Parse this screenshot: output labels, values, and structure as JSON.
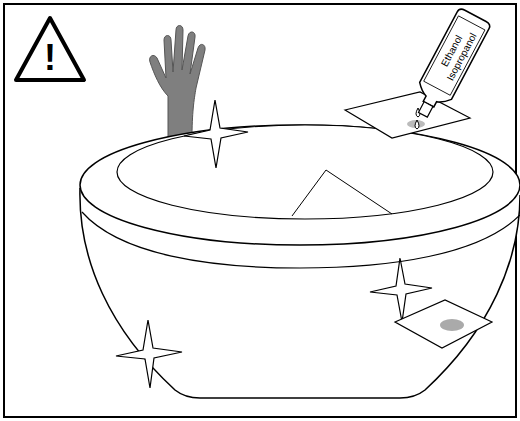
{
  "diagram": {
    "labels": [
      "!",
      "Ethanol",
      "Isopropanol"
    ]
  }
}
